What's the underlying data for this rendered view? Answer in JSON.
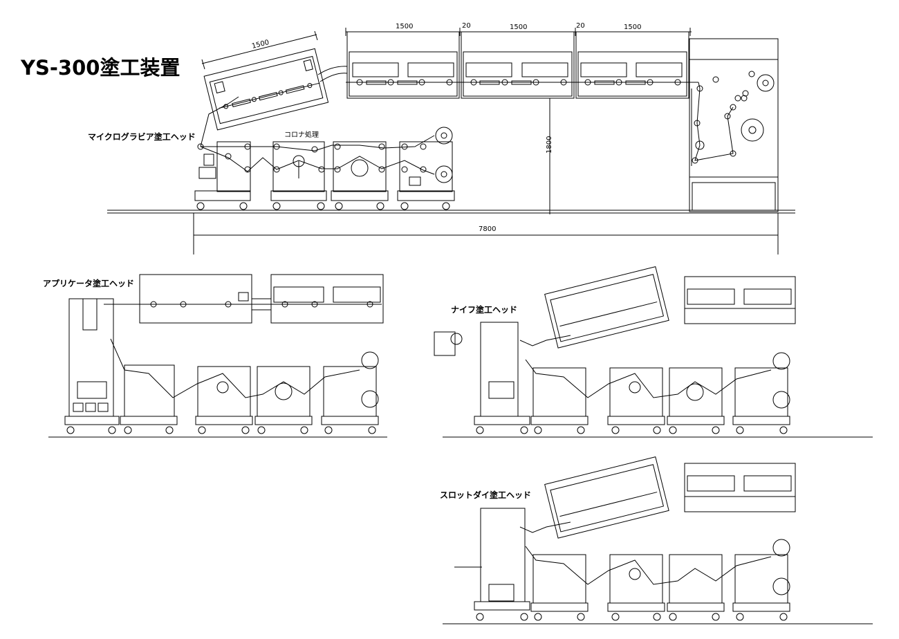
{
  "title": "YS-300塗工装置",
  "labels": {
    "microgravure": "マイクログラビア塗工ヘッド",
    "corona": "コロナ処理",
    "applicator": "アプリケータ塗工ヘッド",
    "knife": "ナイフ塗工ヘッド",
    "slotdie": "スロットダイ塗工ヘッド"
  },
  "dimensions": {
    "tilted_oven": "1500",
    "oven_1": "1500",
    "gap_1": "20",
    "oven_2": "1500",
    "gap_2": "20",
    "oven_3": "1500",
    "height": "1800",
    "total_length": "7800"
  }
}
